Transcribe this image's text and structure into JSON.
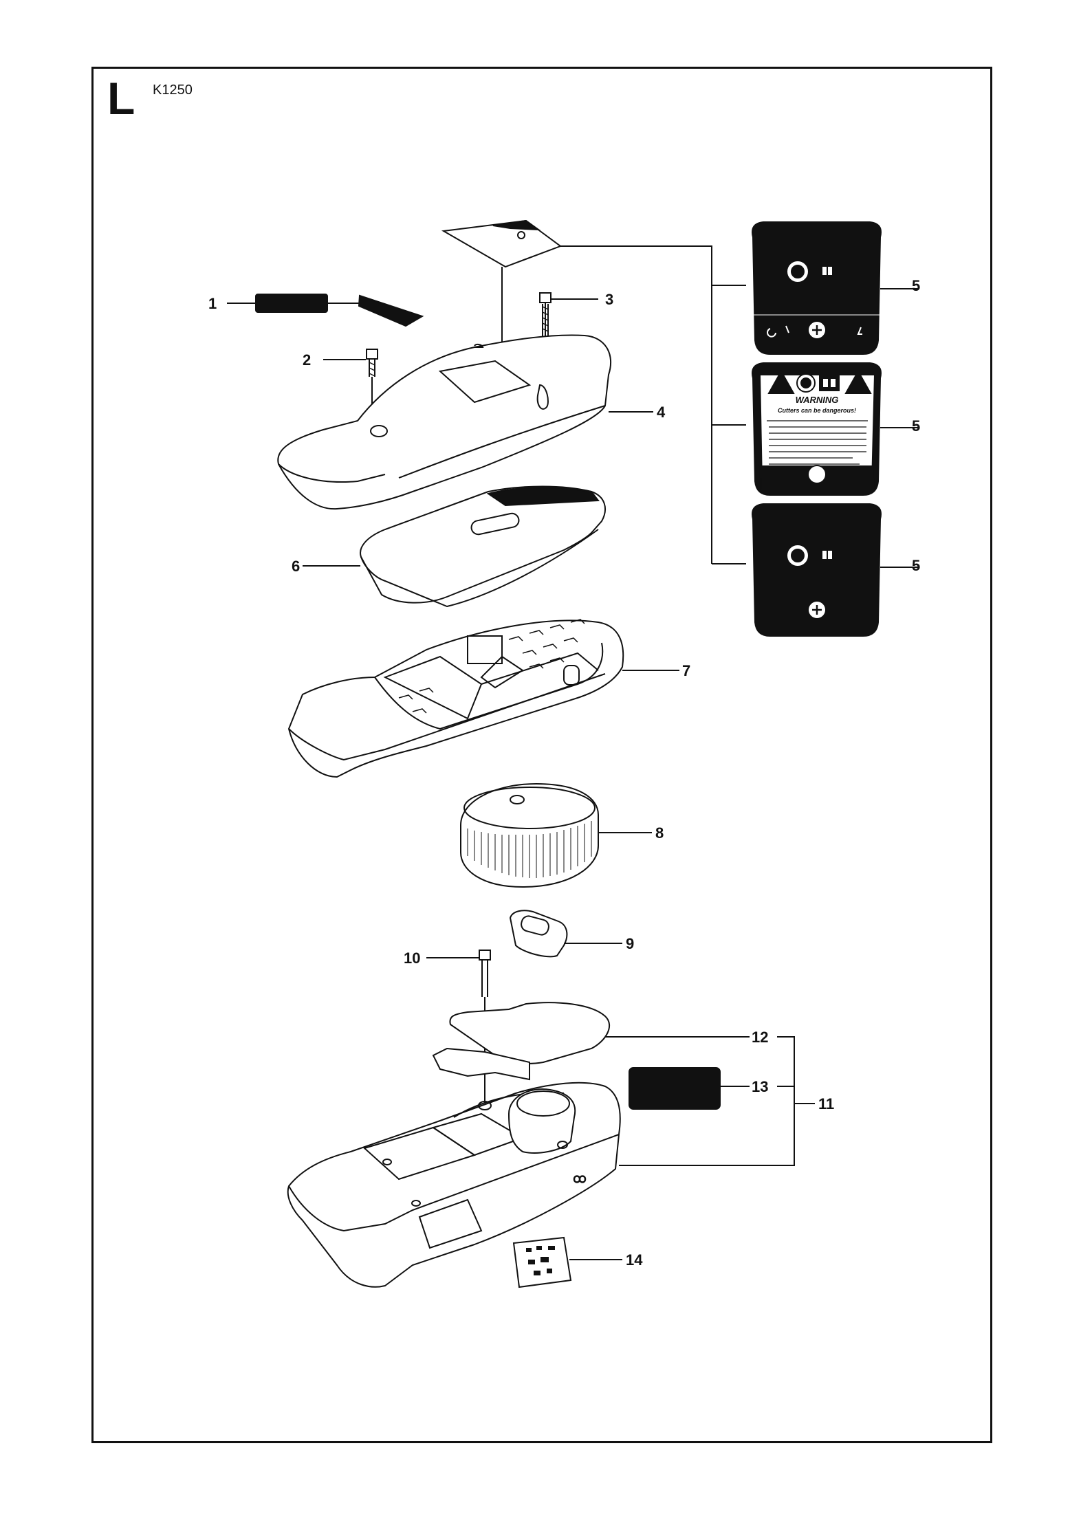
{
  "header": {
    "section_letter": "L",
    "model": "K1250"
  },
  "callouts": [
    "1",
    "2",
    "3",
    "4",
    "5",
    "5",
    "5",
    "6",
    "7",
    "8",
    "9",
    "10",
    "11",
    "12",
    "13",
    "14"
  ],
  "decal": {
    "warning_title": "WARNING",
    "warning_subtitle": "Cutters can be dangerous!"
  },
  "colors": {
    "line": "#111111",
    "fill": "#ffffff",
    "decal": "#111111"
  }
}
